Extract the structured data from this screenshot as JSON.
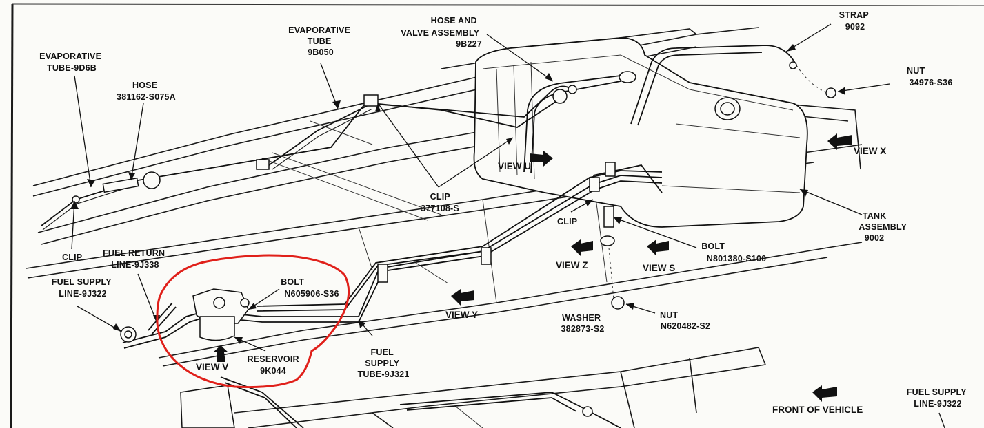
{
  "labels": {
    "evap_tube_9d6b": [
      "EVAPORATIVE",
      "TUBE-9D6B"
    ],
    "hose": [
      "HOSE",
      "381162-S075A"
    ],
    "evap_tube_9b050": [
      "EVAPORATIVE",
      "TUBE",
      "9B050"
    ],
    "hose_valve": [
      "HOSE AND",
      "VALVE ASSEMBLY",
      "9B227"
    ],
    "strap": [
      "STRAP",
      "9092"
    ],
    "nut_34976": [
      "NUT",
      "34976-S36"
    ],
    "view_x": "VIEW X",
    "view_u": "VIEW U",
    "clip_377108": [
      "CLIP",
      "377108-S"
    ],
    "clip_mid": "CLIP",
    "tank_assembly": [
      "TANK",
      "ASSEMBLY",
      "9002"
    ],
    "clip_left": "CLIP",
    "fuel_return": [
      "FUEL RETURN",
      "LINE-9J338"
    ],
    "fuel_supply_line": [
      "FUEL SUPPLY",
      "LINE-9J322"
    ],
    "bolt_n605906": [
      "BOLT",
      "N605906-S36"
    ],
    "bolt_n801380": [
      "BOLT",
      "N801380-S100"
    ],
    "view_z": "VIEW Z",
    "view_s": "VIEW S",
    "view_y": "VIEW Y",
    "washer": [
      "WASHER",
      "382873-S2"
    ],
    "nut_n620482": [
      "NUT",
      "N620482-S2"
    ],
    "reservoir": [
      "RESERVOIR",
      "9K044"
    ],
    "fuel_supply_tube": [
      "FUEL",
      "SUPPLY",
      "TUBE-9J321"
    ],
    "view_v": "VIEW V",
    "front_of_vehicle": "FRONT OF VEHICLE",
    "fuel_supply_line_right": [
      "FUEL SUPPLY",
      "LINE-9J322"
    ]
  },
  "colors": {
    "ink": "#111111",
    "paper": "#fbfbf8",
    "highlight": "#e0201a"
  }
}
